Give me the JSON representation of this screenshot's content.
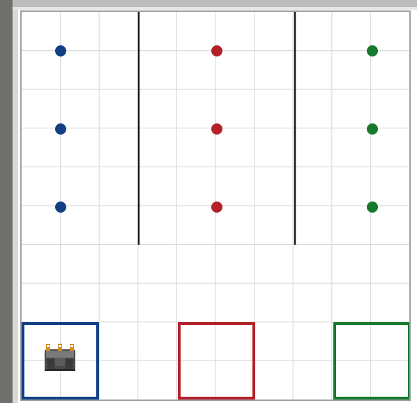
{
  "board": {
    "columns": 10,
    "rows": 10,
    "grid_color": "#dcdcdc",
    "wall_color": "#1a1a1a"
  },
  "lanes": [
    {
      "name": "blue",
      "color": "#123f86"
    },
    {
      "name": "red",
      "color": "#b3202a"
    },
    {
      "name": "green",
      "color": "#157a2c"
    }
  ],
  "robot": {
    "icon": "robot-icon"
  }
}
